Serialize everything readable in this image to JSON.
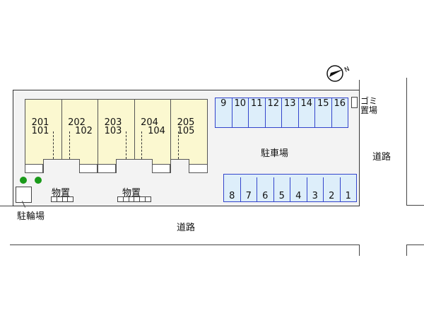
{
  "units": [
    {
      "upper": "201",
      "lower": "101"
    },
    {
      "upper": "202",
      "lower": "102"
    },
    {
      "upper": "203",
      "lower": "103"
    },
    {
      "upper": "204",
      "lower": "104"
    },
    {
      "upper": "205",
      "lower": "105"
    }
  ],
  "parking_top": [
    "9",
    "10",
    "11",
    "12",
    "13",
    "14",
    "15",
    "16"
  ],
  "parking_bottom": [
    "8",
    "7",
    "6",
    "5",
    "4",
    "3",
    "2",
    "1"
  ],
  "labels": {
    "parking": "駐車場",
    "road_right": "道路",
    "road_bottom": "道路",
    "bicycle": "駐輪場",
    "storage1": "物置",
    "storage2": "物置",
    "garbage1": "ゴミ",
    "garbage2": "置場",
    "north": "N"
  },
  "colors": {
    "building": "#fbf8d0",
    "parking": "#ddeefa",
    "parking_border": "#3344cc",
    "tree": "#1a9a1a"
  }
}
